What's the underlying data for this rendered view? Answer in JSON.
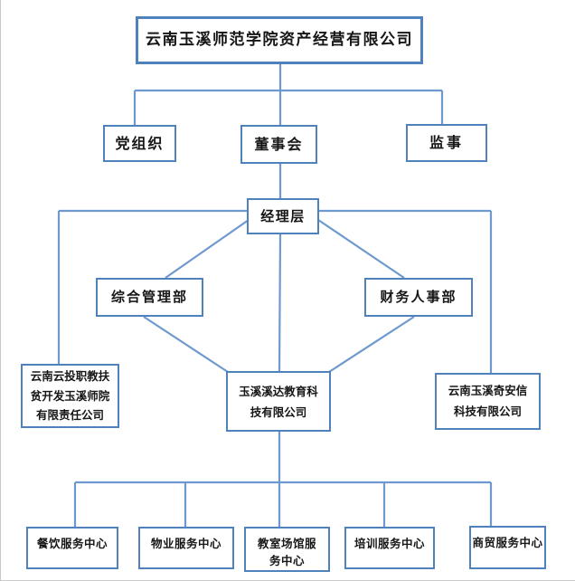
{
  "diagram": {
    "type": "org-chart",
    "colors": {
      "box_border": "#4f81bd",
      "connector_line": "#6e99cf",
      "text": "#161616",
      "background": "#ffffff"
    },
    "nodes": {
      "root": {
        "label": "云南玉溪师范学院资产经营有限公司"
      },
      "party": {
        "label": "党组织"
      },
      "board": {
        "label": "董事会"
      },
      "supervisor": {
        "label": "监事"
      },
      "management": {
        "label": "经理层"
      },
      "general_admin": {
        "label": "综合管理部"
      },
      "finance_hr": {
        "label": "财务人事部"
      },
      "subsidiary_left": {
        "lines": [
          "云南云投职教扶",
          "贫开发玉溪师院",
          "有限责任公司"
        ]
      },
      "subsidiary_center": {
        "lines": [
          "玉溪溪达教育科",
          "技有限公司"
        ]
      },
      "subsidiary_right": {
        "lines": [
          "云南玉溪奇安信",
          "科技有限公司"
        ]
      },
      "service_centers": [
        {
          "lines": [
            "餐饮服务中心"
          ]
        },
        {
          "lines": [
            "物业服务中心"
          ]
        },
        {
          "lines": [
            "教室场馆服",
            "务中心"
          ]
        },
        {
          "lines": [
            "培训服务中心"
          ]
        },
        {
          "lines": [
            "商贸服务中心"
          ]
        }
      ]
    }
  }
}
